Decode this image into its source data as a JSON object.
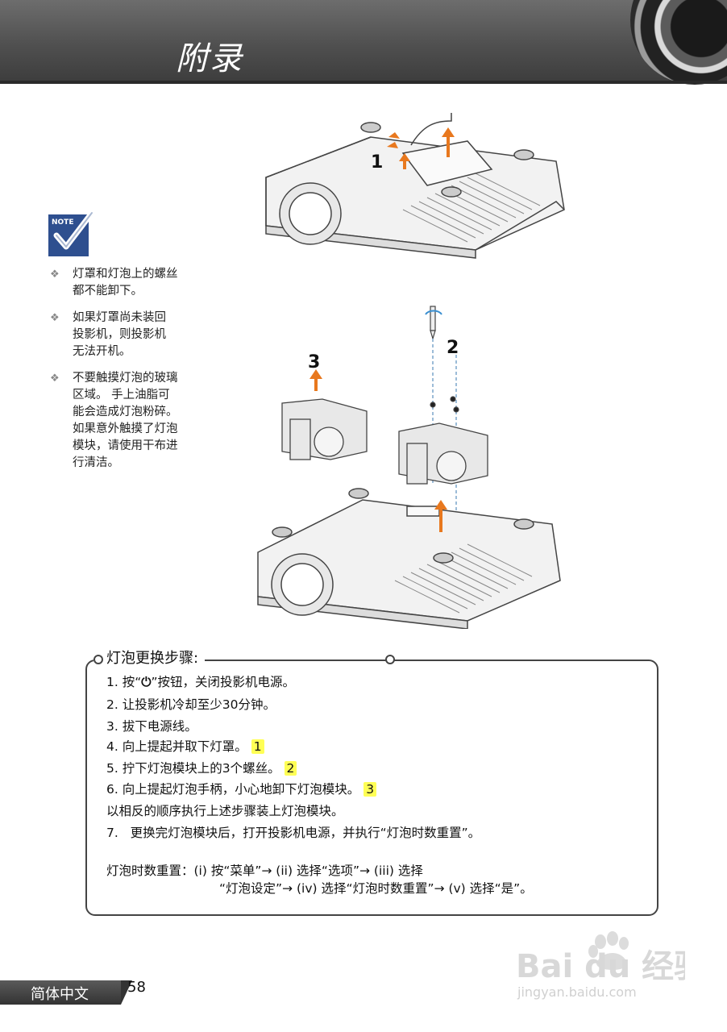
{
  "header": {
    "title": "附录"
  },
  "sidebar": {
    "note_label": "NOTE",
    "notes": [
      "灯罩和灯泡上的螺丝都不能卸下。",
      "如果灯罩尚未装回投影机，则投影机无法开机。",
      "不要触摸灯泡的玻璃区域。 手上油脂可能会造成灯泡粉碎。如果意外触摸了灯泡模块，请使用干布进行清洁。"
    ],
    "notes_lines": [
      [
        "灯罩和灯泡上的螺丝",
        "都不能卸下。"
      ],
      [
        "如果灯罩尚未装回",
        "投影机，则投影机",
        "无法开机。"
      ],
      [
        "不要触摸灯泡的玻璃",
        "区域。 手上油脂可",
        "能会造成灯泡粉碎。",
        "如果意外触摸了灯泡",
        "模块，请使用干布进",
        "行清洁。"
      ]
    ]
  },
  "figure": {
    "labels": [
      "1",
      "2",
      "3"
    ]
  },
  "procedure": {
    "title": "灯泡更换步骤:",
    "steps": [
      {
        "num": "1.",
        "pre": "按“",
        "icon": "⏻",
        "post": "”按钮，关闭投影机电源。",
        "tag": ""
      },
      {
        "num": "2.",
        "text": "让投影机冷却至少30分钟。",
        "tag": ""
      },
      {
        "num": "3.",
        "text": "拔下电源线。",
        "tag": ""
      },
      {
        "num": "4.",
        "text": "向上提起并取下灯罩。",
        "tag": "1"
      },
      {
        "num": "5.",
        "text": "拧下灯泡模块上的3个螺丝。",
        "tag": "2"
      },
      {
        "num": "6.",
        "text": "向上提起灯泡手柄，小心地卸下灯泡模块。",
        "tag": "3"
      }
    ],
    "reverse_note": "以相反的顺序执行上述步骤装上灯泡模块。",
    "step7": {
      "num": "7.",
      "text": "更换完灯泡模块后，打开投影机电源，并执行“灯泡时数重置”。"
    },
    "reset_line1": "灯泡时数重置：(i) 按“菜单”→ (ii) 选择“选项”→ (iii) 选择",
    "reset_line2": "“灯泡设定”→ (iv) 选择“灯泡时数重置”→ (v) 选择“是”。"
  },
  "footer": {
    "language": "简体中文",
    "page": "58"
  },
  "watermark": {
    "brand": "Bai du 经验",
    "url": "jingyan.baidu.com"
  },
  "colors": {
    "header": "#555555",
    "highlight": "#ffff55",
    "note_icon": "#2e4f8f",
    "arrow": "#e8781e"
  }
}
